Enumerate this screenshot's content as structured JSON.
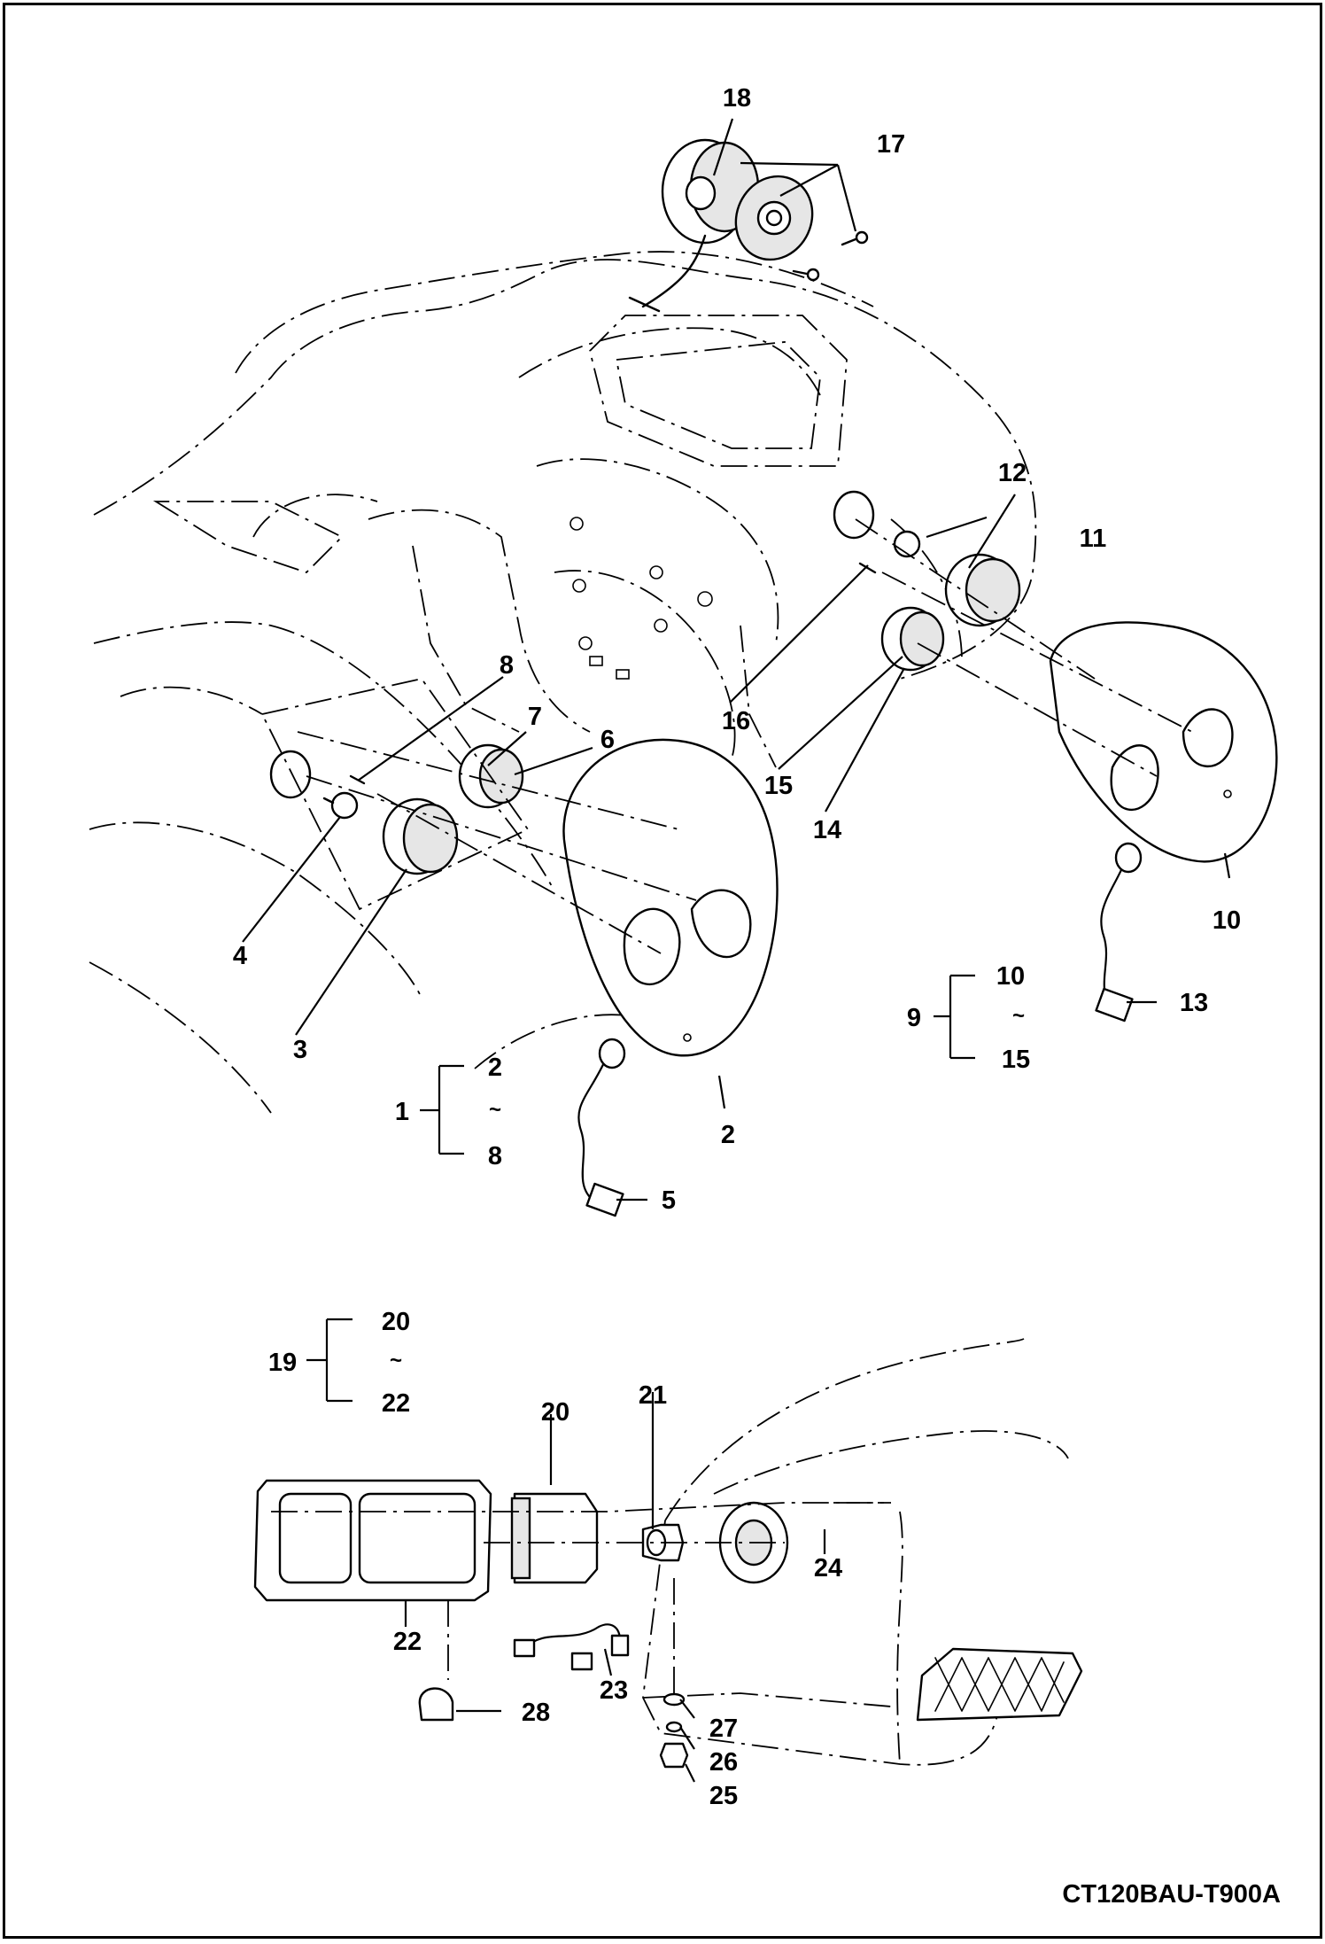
{
  "document_code": "CT120BAU-T900A",
  "callouts": {
    "c1": "1",
    "c2a": "2",
    "c2b": "2",
    "c3": "3",
    "c4": "4",
    "c5": "5",
    "c6": "6",
    "c7": "7",
    "c8a": "8",
    "c8b": "8",
    "c9": "9",
    "c10a": "10",
    "c10b": "10",
    "c11": "11",
    "c12": "12",
    "c13": "13",
    "c14": "14",
    "c15a": "15",
    "c15b": "15",
    "c16": "16",
    "c17": "17",
    "c18": "18",
    "c19": "19",
    "c20a": "20",
    "c20b": "20",
    "c21": "21",
    "c22a": "22",
    "c22b": "22",
    "c23": "23",
    "c24": "24",
    "c25": "25",
    "c26": "26",
    "c27": "27",
    "c28": "28"
  },
  "range_separator": "~"
}
